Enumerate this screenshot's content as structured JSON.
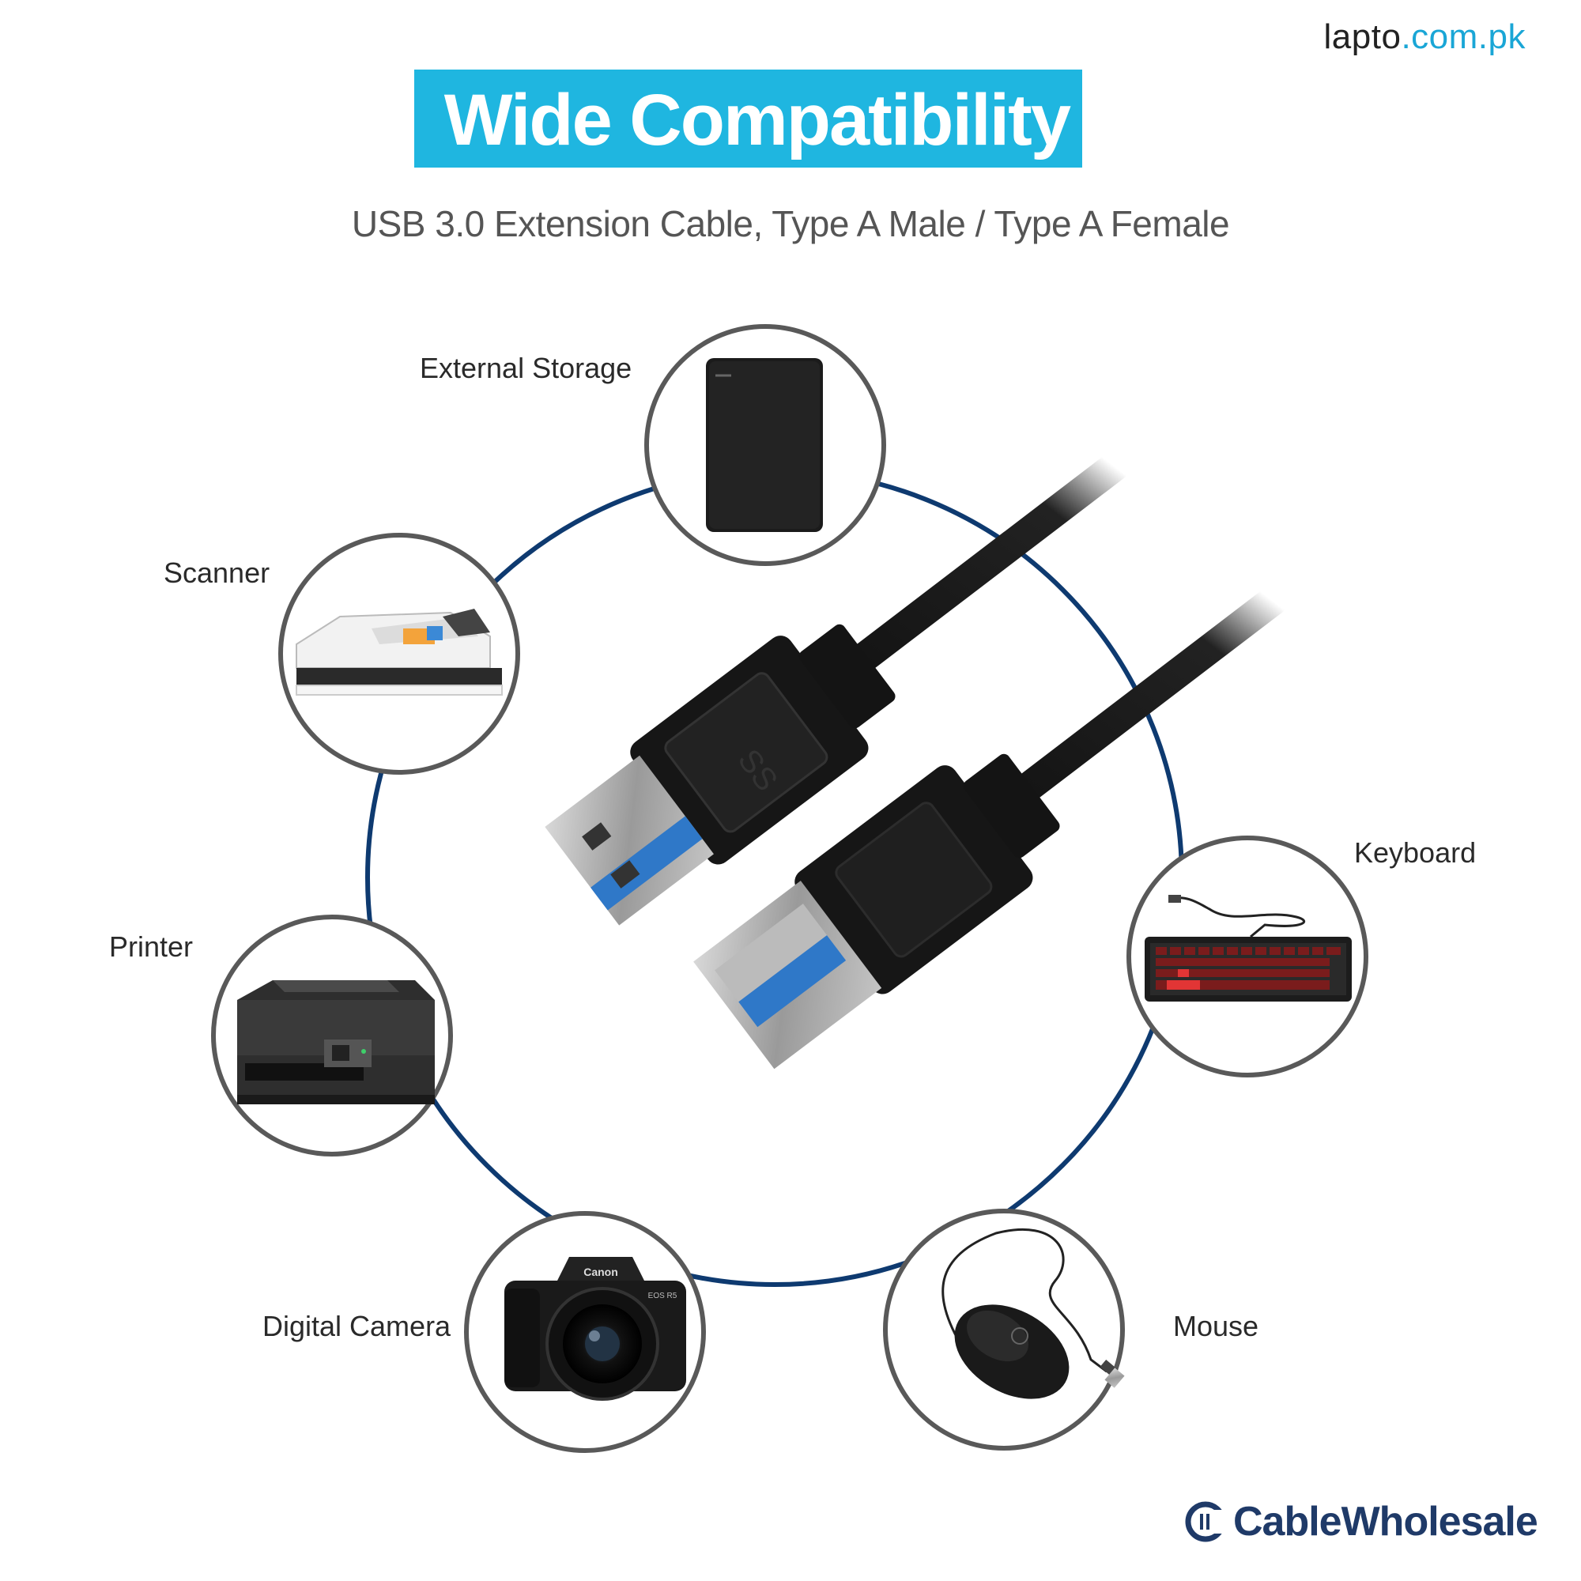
{
  "site": {
    "name": "lapto",
    "domain": ".com.pk"
  },
  "banner": {
    "title": "Wide Compatibility",
    "color": "#1fb6e0"
  },
  "subtitle": "USB 3.0 Extension Cable, Type A Male / Type A Female",
  "devices": {
    "external_storage": "External Storage",
    "scanner": "Scanner",
    "printer": "Printer",
    "digital_camera": "Digital Camera",
    "mouse": "Mouse",
    "keyboard": "Keyboard"
  },
  "camera_brand": "Canon",
  "camera_model": "EOS R5",
  "brand": {
    "name": "CableWholesale",
    "color": "#1f3a68"
  },
  "ring_color": "#0e3a70",
  "icons": [
    "external-drive-icon",
    "scanner-icon",
    "printer-icon",
    "camera-icon",
    "mouse-icon",
    "keyboard-icon",
    "usb-cable-icon",
    "cablewholesale-logo-icon"
  ]
}
